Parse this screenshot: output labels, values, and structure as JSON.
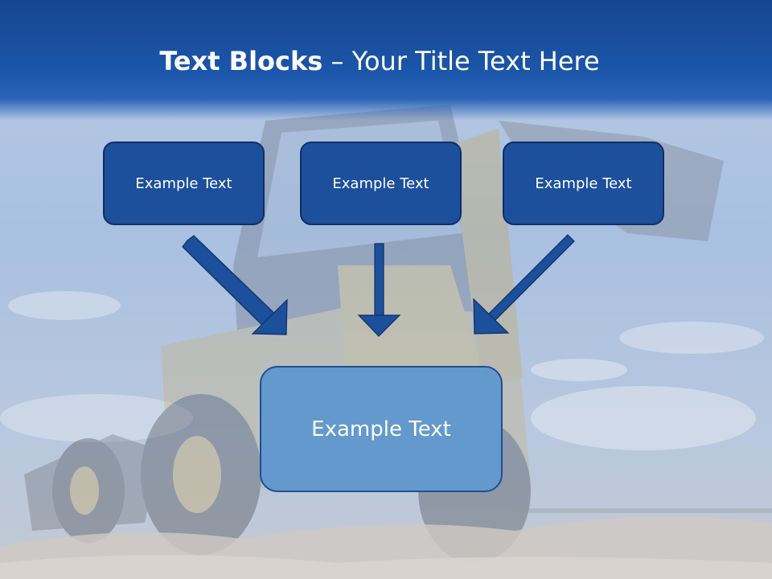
{
  "title": {
    "bold": "Text Blocks",
    "separator": " – ",
    "rest": "Your Title Text Here"
  },
  "boxes": {
    "top": [
      "Example Text",
      "Example Text",
      "Example Text"
    ],
    "main": "Example Text"
  },
  "colors": {
    "header": "#1b56aa",
    "box_fill": "#1c4f9c",
    "box_border": "#0f2f66",
    "main_fill": "#6499cd",
    "arrow": "#1c4f9c",
    "text": "#ffffff"
  }
}
